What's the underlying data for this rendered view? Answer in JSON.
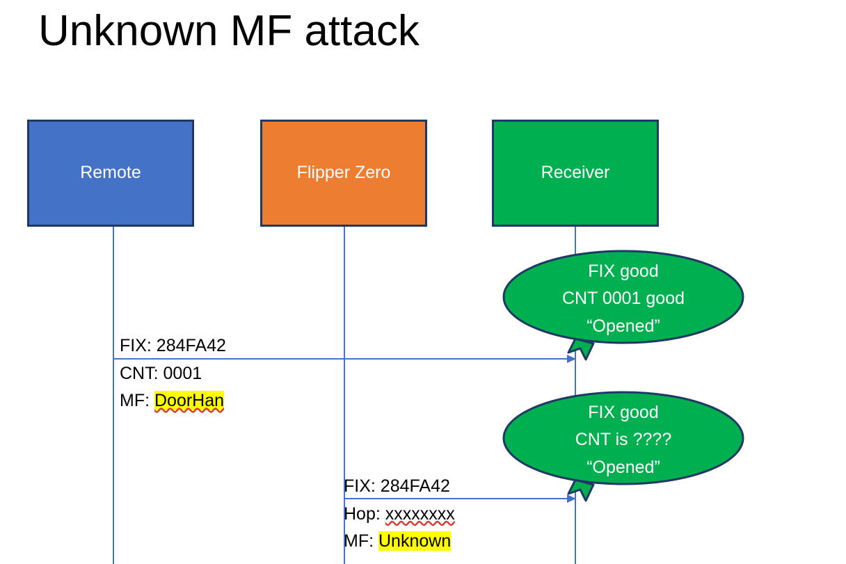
{
  "slide": {
    "title": "Unknown MF attack",
    "background_color": "#FFFFFF"
  },
  "colors": {
    "remote_blue": "#4472C4",
    "flipper_orange": "#ED7D31",
    "receiver_green": "#00B050",
    "box_border_navy": "#1F3864",
    "lifeline_blue": "#4472C4",
    "highlight_yellow": "#FFFF00",
    "spellcheck_red": "#D63B2F",
    "text_black": "#000000",
    "label_white": "#FFFFFF"
  },
  "actors": [
    {
      "id": "remote",
      "label": "Remote",
      "fill": "#4472C4"
    },
    {
      "id": "flipper",
      "label": "Flipper Zero",
      "fill": "#ED7D31"
    },
    {
      "id": "receiver",
      "label": "Receiver",
      "fill": "#00B050"
    }
  ],
  "messages": [
    {
      "id": "msg1",
      "from": "remote",
      "to": "receiver",
      "lines": [
        {
          "label": "FIX:",
          "value": "284FA42",
          "highlight": false,
          "spellcheck_underline": false
        },
        {
          "label": "CNT:",
          "value": "0001",
          "highlight": false,
          "spellcheck_underline": false
        },
        {
          "label": "MF:",
          "value": "DoorHan",
          "highlight": true,
          "spellcheck_underline": true
        }
      ]
    },
    {
      "id": "msg2",
      "from": "flipper",
      "to": "receiver",
      "lines": [
        {
          "label": "FIX:",
          "value": "284FA42",
          "highlight": false,
          "spellcheck_underline": false
        },
        {
          "label": "Hop:",
          "value": "xxxxxxxx",
          "highlight": false,
          "spellcheck_underline": true
        },
        {
          "label": "MF:",
          "value": "Unknown",
          "highlight": true,
          "spellcheck_underline": false
        }
      ]
    }
  ],
  "callouts": [
    {
      "id": "callout1",
      "owner": "receiver",
      "fill": "#00B050",
      "line1": "FIX good",
      "line2": "CNT 0001 good",
      "line3": "“Opened”"
    },
    {
      "id": "callout2",
      "owner": "receiver",
      "fill": "#00B050",
      "line1": "FIX good",
      "line2": "CNT is ????",
      "line3": "“Opened”"
    }
  ]
}
